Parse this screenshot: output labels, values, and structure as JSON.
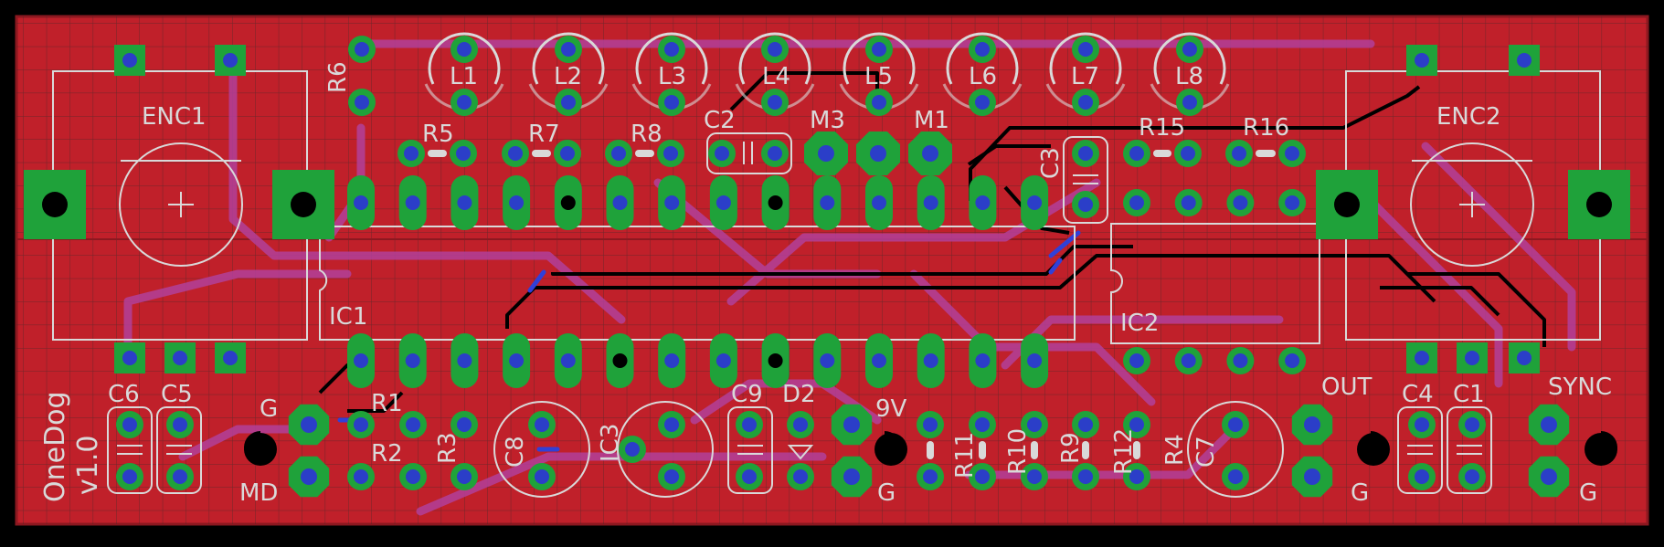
{
  "title_silk": {
    "line1": "OneDog",
    "line2": "v1.0"
  },
  "colors": {
    "background": "#000000",
    "grid": "#2a2a2a",
    "copper": "#c0202a",
    "copper_dark": "#8c1820",
    "pad": "#1fa23a",
    "via_hole": "#2b3ec8",
    "silk": "#d9d9d9",
    "bottom_trace": "#b2409a",
    "top_trace": "#000000",
    "bottom_route": "#3040d8"
  },
  "labels": {
    "enc1": "ENC1",
    "enc2": "ENC2",
    "ic1": "IC1",
    "ic2": "IC2",
    "ic3": "IC3",
    "l1": "L1",
    "l2": "L2",
    "l3": "L3",
    "l4": "L4",
    "l5": "L5",
    "l6": "L6",
    "l7": "L7",
    "l8": "L8",
    "r1": "R1",
    "r2": "R2",
    "r3": "R3",
    "r4": "R4",
    "r5": "R5",
    "r6": "R6",
    "r7": "R7",
    "r8": "R8",
    "r9": "R9",
    "r10": "R10",
    "r11": "R11",
    "r12": "R12",
    "r15": "R15",
    "r16": "R16",
    "c1": "C1",
    "c2": "C2",
    "c3": "C3",
    "c4": "C4",
    "c5": "C5",
    "c6": "C6",
    "c7": "C7",
    "c8": "C8",
    "c9": "C9",
    "m1": "M1",
    "m3": "M3",
    "d2": "D2",
    "nine_v": "9V",
    "g_left": "G",
    "md": "MD",
    "g_9v": "G",
    "out": "OUT",
    "g_out": "G",
    "sync": "SYNC",
    "g_sync": "G"
  }
}
